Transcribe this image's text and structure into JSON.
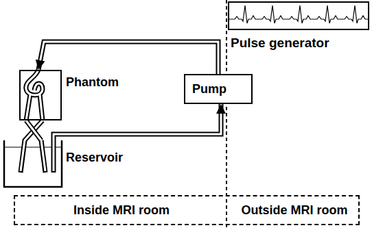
{
  "diagram": {
    "nodes": [
      {
        "text": [
          "Pulse generator"
        ]
      },
      {
        "text": [
          "Pump"
        ]
      },
      {
        "text": [
          "Phantom"
        ]
      },
      {
        "text": [
          "Reservoir"
        ]
      },
      {
        "text": [
          "Inside MRI room",
          "Outside MRI room"
        ]
      }
    ],
    "edges": [
      {
        "from": 3,
        "to": 1,
        "arrow": "to"
      },
      {
        "from": 1,
        "to": 2,
        "arrow": "to"
      },
      {
        "from": 2,
        "to": 3,
        "arrow": "none"
      }
    ]
  }
}
